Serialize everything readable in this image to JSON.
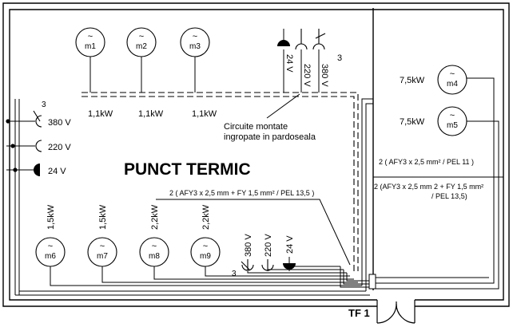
{
  "title": "PUNCT TERMIC",
  "door_label": "TF 1",
  "circuit_note": [
    "Circuite montate",
    "ingropate in pardoseala"
  ],
  "motors_top": [
    {
      "id": "m1",
      "power": "1,1kW"
    },
    {
      "id": "m2",
      "power": "1,1kW"
    },
    {
      "id": "m3",
      "power": "1,1kW"
    }
  ],
  "motors_right": [
    {
      "id": "m4",
      "power": "7,5kW"
    },
    {
      "id": "m5",
      "power": "7,5kW"
    }
  ],
  "motors_bottom": [
    {
      "id": "m6",
      "power": "1,5kW"
    },
    {
      "id": "m7",
      "power": "1,5kW"
    },
    {
      "id": "m8",
      "power": "2,2kW"
    },
    {
      "id": "m9",
      "power": "2,2kW"
    }
  ],
  "outlets_top": {
    "v24": "24 V",
    "v220": "220 V",
    "v380": "380 V",
    "phase": "3"
  },
  "outlets_left": {
    "v380": "380 V",
    "v220": "220 V",
    "v24": "24 V",
    "phase": "3"
  },
  "outlets_bottom": {
    "v380": "380 V",
    "v220": "220 V",
    "v24": "24 V",
    "phase": "3"
  },
  "cable_labels": {
    "right_upper": "2 ( AFY3 x 2,5 mm² / PEL 11 )",
    "right_lower_1": "2 (AFY3 x 2,5 mm 2 + FY 1,5 mm²",
    "right_lower_2": "/ PEL 13,5)",
    "center": "2 ( AFY3 x 2,5 mm + FY 1,5 mm² / PEL 13,5 )"
  },
  "motor_symbol": "~"
}
